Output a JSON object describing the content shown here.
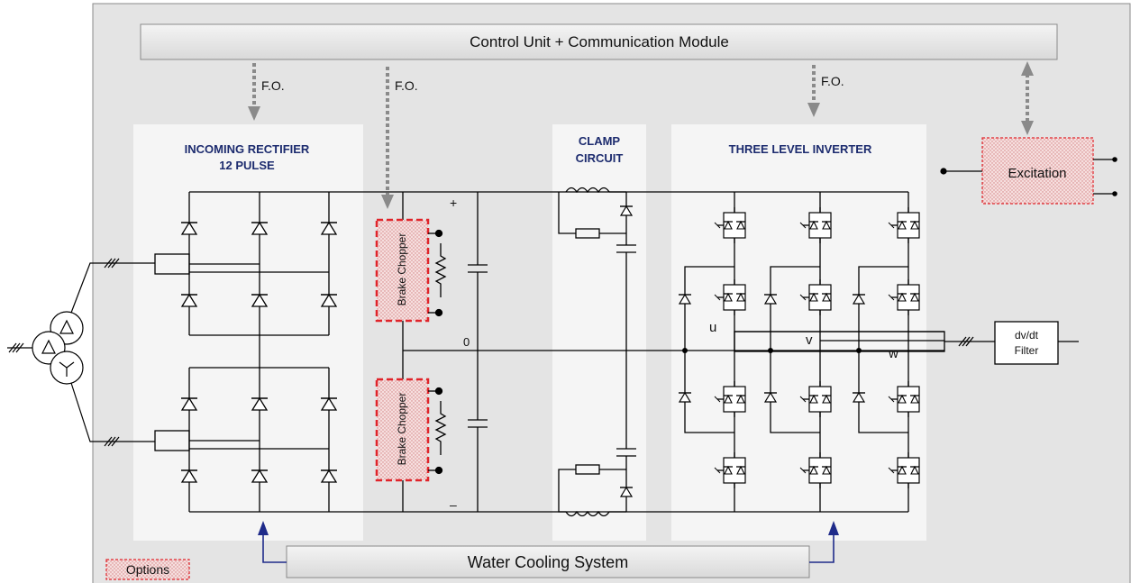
{
  "control_unit": {
    "label": "Control Unit  + Communication Module"
  },
  "water_cooling": {
    "label": "Water Cooling System"
  },
  "links": {
    "fo_1": "F.O.",
    "fo_2": "F.O.",
    "fo_3": "F.O."
  },
  "rectifier": {
    "title_line1": "INCOMING RECTIFIER",
    "title_line2": "12 PULSE"
  },
  "clamp": {
    "title_line1": "CLAMP",
    "title_line2": "CIRCUIT"
  },
  "inverter": {
    "title": "THREE LEVEL INVERTER"
  },
  "brake_chopper": {
    "top_label": "Brake Chopper",
    "bottom_label": "Brake Chopper"
  },
  "excitation": {
    "label": "Excitation"
  },
  "filter": {
    "line1": "dv/dt",
    "line2": "Filter"
  },
  "dc_link": {
    "plus": "+",
    "zero": "0",
    "minus": "–"
  },
  "phases": {
    "u": "u",
    "v": "v",
    "w": "w"
  },
  "legend": {
    "options": "Options"
  },
  "colors": {
    "accent_red": "#e0242a",
    "arrow_blue": "#1f2b8a",
    "fo_gray": "#8a8a8a",
    "panel_gray": "#e6e6e6"
  }
}
